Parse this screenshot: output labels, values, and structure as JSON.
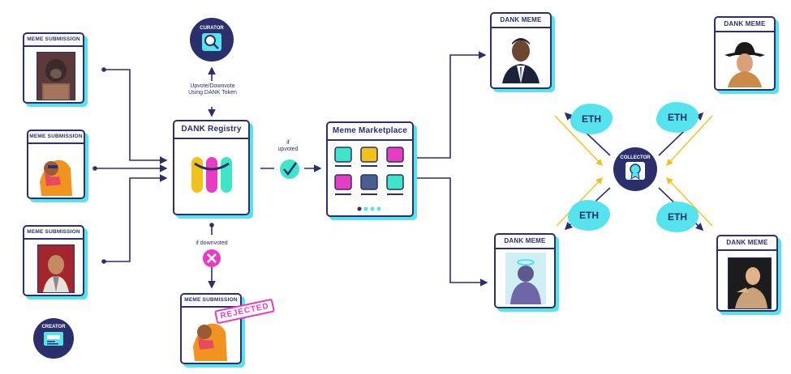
{
  "submissions": {
    "label": "MEME SUBMISSION"
  },
  "curator": {
    "label": "CURATOR",
    "icon": "magnifier-icon"
  },
  "creator": {
    "label": "CREATOR",
    "icon": "id-card-icon"
  },
  "collector": {
    "label": "COLLECTOR",
    "icon": "award-icon"
  },
  "vote_text": "Upvote/Downvote\nUsing DANK Token",
  "registry": {
    "title": "DANK Registry"
  },
  "upvote": {
    "text": "if\nupvoted"
  },
  "downvote": {
    "text": "if downvoted"
  },
  "rejected_stamp": "REJECTED",
  "marketplace": {
    "title": "Meme Marketplace"
  },
  "dank_meme_label": "DANK MEME",
  "eth_label": "ETH",
  "colors": {
    "navy": "#2b2f6b",
    "cyan": "#55e3ee",
    "magenta": "#e83cc4",
    "yellow": "#f2c21b",
    "teal": "#3ee6c8",
    "slate": "#4d5c8f"
  }
}
